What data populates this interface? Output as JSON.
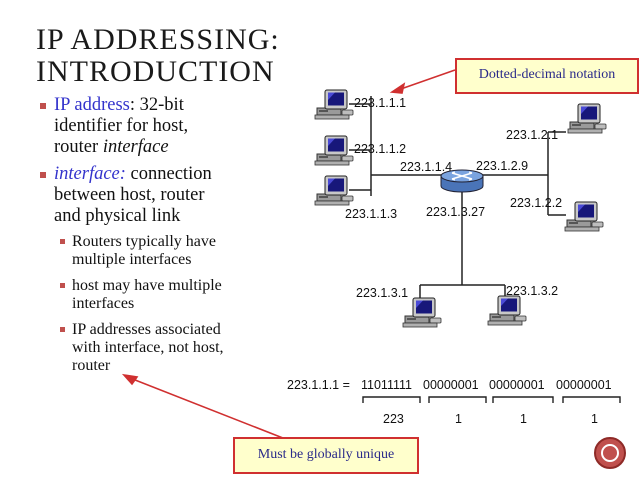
{
  "title": {
    "line1": "IP ADDRESSING:",
    "line2": "INTRODUCTION"
  },
  "bullets": {
    "b1": {
      "term": "IP address",
      "rest1": ": 32-bit",
      "line2": "identifier for host,",
      "line3_plain": "router ",
      "line3_ital": "interface"
    },
    "b2": {
      "term": "interface:",
      "rest1": " connection",
      "line2": "between host, router",
      "line3": "and physical link"
    },
    "sub": [
      {
        "line1": "Routers typically have",
        "line2": "multiple interfaces"
      },
      {
        "line1": "host may have multiple",
        "line2": "interfaces"
      },
      {
        "line1": "IP addresses associated",
        "line2": "with interface, not host,",
        "line3": "router"
      }
    ]
  },
  "addresses": {
    "h1": "223.1.1.1",
    "h2": "223.1.1.2",
    "r14": "223.1.1.4",
    "h3": "223.1.1.3",
    "r29": "223.1.2.9",
    "h21": "223.1.2.1",
    "h22": "223.1.2.2",
    "r327": "223.1.3.27",
    "h31": "223.1.3.1",
    "h32": "223.1.3.2"
  },
  "binary": {
    "lhs": "223.1.1.1 = ",
    "b1": "11011111",
    "b2": "00000001",
    "b3": "00000001",
    "b4": "00000001",
    "d1": "223",
    "d2": "1",
    "d3": "1",
    "d4": "1"
  },
  "callouts": {
    "top": "Dotted-decimal notation",
    "bottom": "Must be globally unique"
  },
  "colors": {
    "accent": "#c0504d",
    "callout_bg": "#ffffcc",
    "callout_border": "#d03030",
    "term_blue": "#3333cc"
  }
}
